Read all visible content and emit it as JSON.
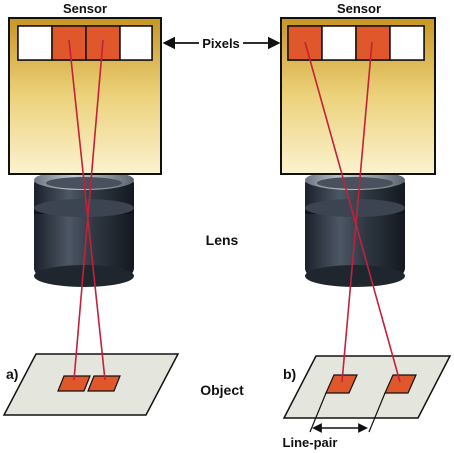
{
  "labels": {
    "sensor_left": "Sensor",
    "sensor_right": "Sensor",
    "pixels": "Pixels",
    "lens": "Lens",
    "object": "Object",
    "panel_a": "a)",
    "panel_b": "b)",
    "line_pair": "Line-pair"
  },
  "colors": {
    "pixel_active": "#e0572c",
    "pixel_inactive": "#ffffff",
    "sensor_top": "#c89623",
    "sensor_bottom": "#fbf2cf",
    "lens_dark": "#272f3a",
    "lens_mid": "#4d5765",
    "lens_light": "#aeb6c0",
    "ray": "#c4203a",
    "object_plate": "#e4e5dd"
  },
  "icons": {
    "pixels_arrow": "double-headed-arrow-icon",
    "line_pair_arrow": "double-headed-arrow-icon"
  }
}
